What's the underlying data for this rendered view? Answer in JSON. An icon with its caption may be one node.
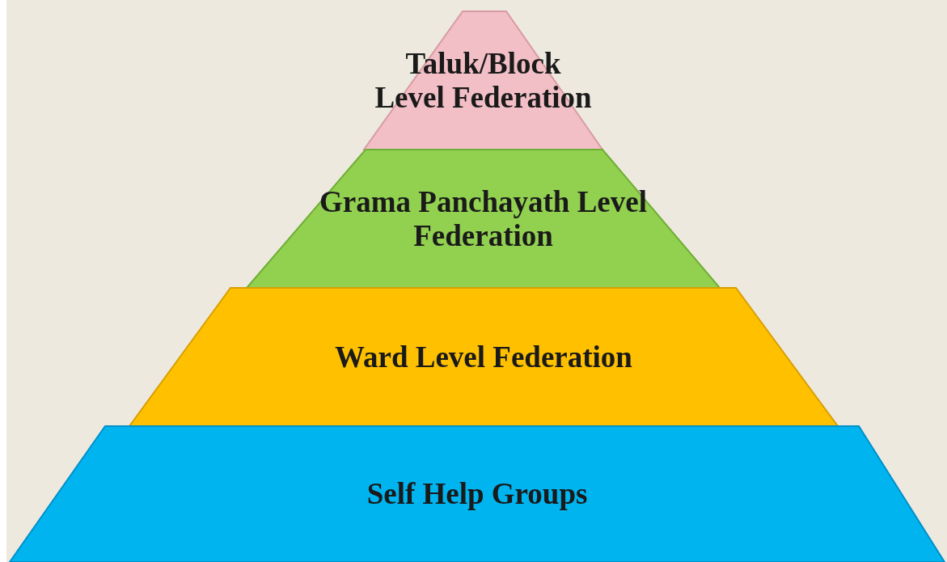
{
  "diagram": {
    "nodes": [
      {
        "text": [
          "Taluk/Block Level Federation"
        ]
      },
      {
        "text": [
          "Grama Panchayath Level Federation"
        ]
      },
      {
        "text": [
          "Ward Level Federation"
        ]
      },
      {
        "text": [
          "Self Help Groups"
        ]
      }
    ]
  }
}
